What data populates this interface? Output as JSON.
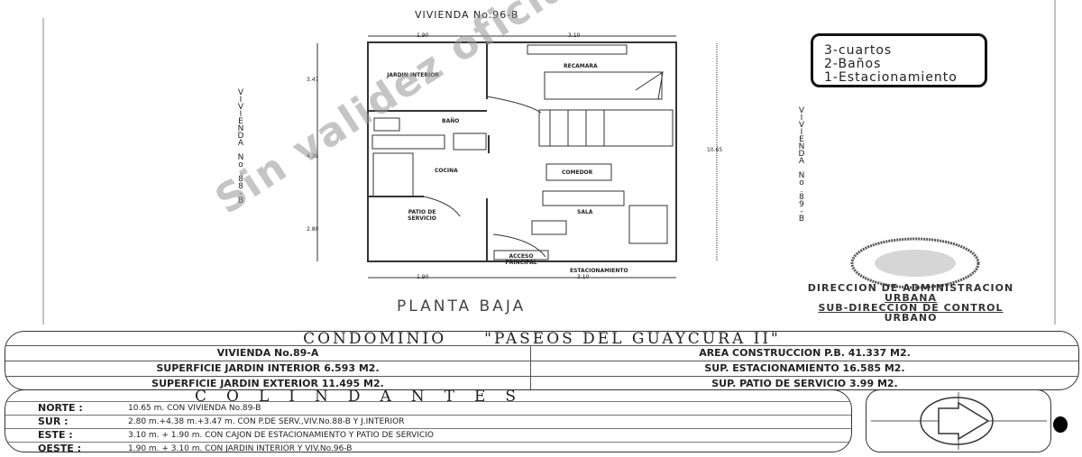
{
  "header": {
    "title": "VIVIENDA No.96-B"
  },
  "neighbors_side": {
    "left": "VIVIENDA No.88-B",
    "right": "VIVIENDA No.89-B"
  },
  "dimensions": {
    "top_left": "1.90",
    "top_right": "3.10",
    "bottom_left": "1.90",
    "bottom_right": "3.10",
    "left_1": "3.47",
    "left_2": "4.38",
    "left_3": "2.80",
    "right_total": "10.65"
  },
  "rooms": {
    "jardin": "JARDIN INTERIOR",
    "recamara": "RECAMARA",
    "bano": "BAÑO",
    "cocina": "COCINA",
    "comedor": "COMEDOR",
    "sala": "SALA",
    "patio": "PATIO DE SERVICIO",
    "acceso": "ACCESO PRINCIPAL",
    "estacionamiento": "ESTACIONAMIENTO"
  },
  "plan_title": "PLANTA BAJA",
  "notes": [
    "3-cuartos",
    "2-Baños",
    "1-Estacionamiento"
  ],
  "watermark": "Sin validez oficial",
  "stamp": {
    "line1": "DIRECCION DE ADMINISTRACION",
    "line2": "URBANA",
    "line3": "SUB-DIRECCION DE CONTROL",
    "line4": "URBANO"
  },
  "condominio": {
    "title": "CONDOMINIO     \"PASEOS DEL GUAYCURA II\"",
    "left": [
      "VIVIENDA No.89-A",
      "SUPERFICIE JARDIN INTERIOR 6.593 M2.",
      "SUPERFICIE JARDIN EXTERIOR 11.495 M2."
    ],
    "right": [
      "AREA CONSTRUCCION P.B. 41.337 M2.",
      "SUP. ESTACIONAMIENTO  16.585 M2.",
      "SUP. PATIO DE SERVICIO 3.99 M2."
    ]
  },
  "colindantes": {
    "title": "COLINDANTES",
    "rows": [
      {
        "key": "NORTE :",
        "value": "10.65 m. CON VIVIENDA No.89-B"
      },
      {
        "key": "SUR :",
        "value": "2.80 m.+4.38 m.+3.47 m. CON P.DE SERV.,VIV.No.88-B Y J.INTERIOR"
      },
      {
        "key": "ESTE :",
        "value": "3.10 m. + 1.90 m. CON CAJON DE ESTACIONAMIENTO Y PATIO DE SERVICIO"
      },
      {
        "key": "OESTE :",
        "value": "1.90 m. + 3.10 m. CON JARDIN INTERIOR Y VIV.No.96-B"
      }
    ]
  }
}
